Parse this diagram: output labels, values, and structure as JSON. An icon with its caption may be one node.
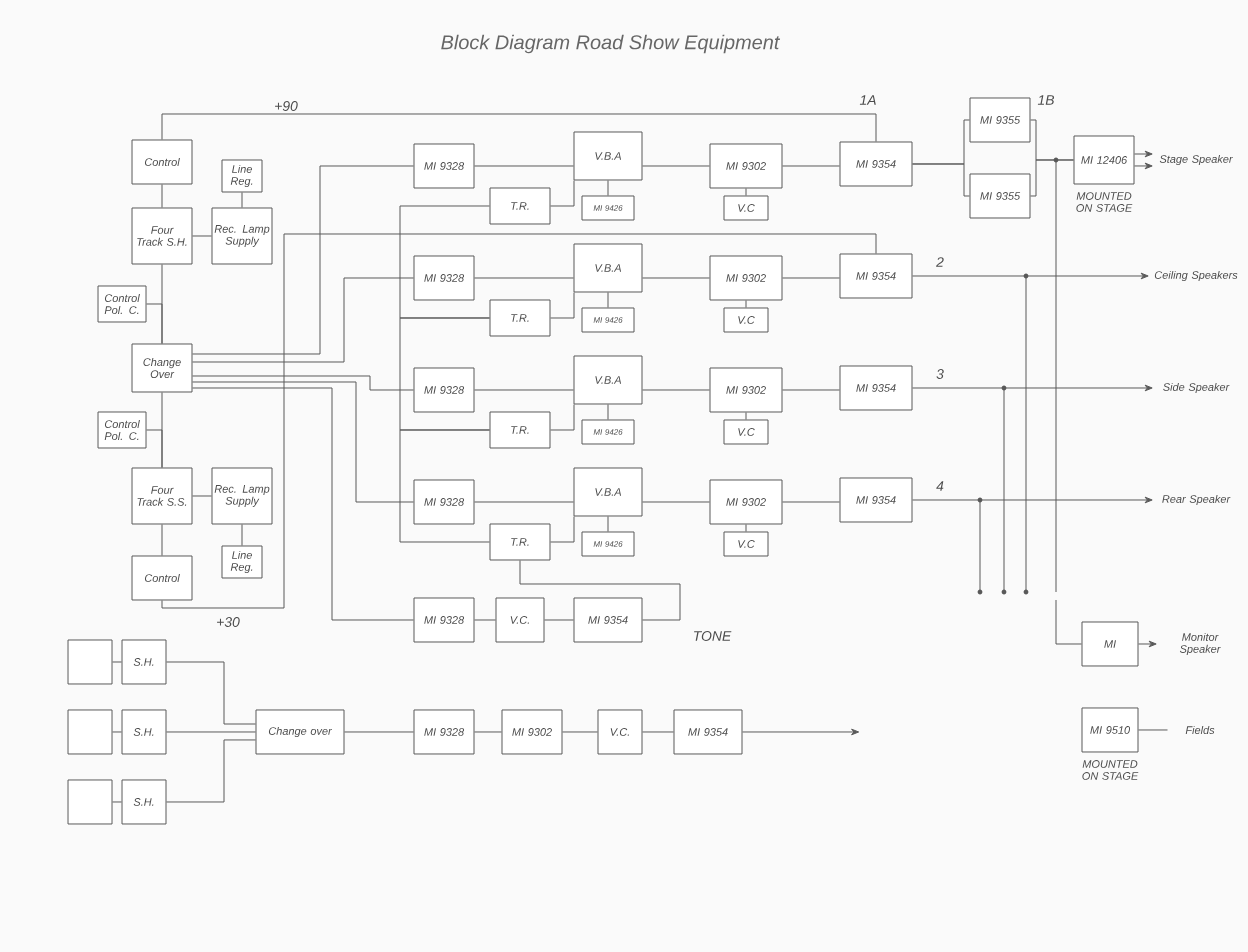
{
  "diagram": {
    "title": "Block Diagram Road Show Equipment",
    "nodes": [
      {
        "text": [
          "Control"
        ]
      },
      {
        "text": [
          "Line Reg."
        ]
      },
      {
        "text": [
          "Four Track S.H."
        ]
      },
      {
        "text": [
          "Rec. Lamp Supply"
        ]
      },
      {
        "text": [
          "Control Pol. C."
        ]
      },
      {
        "text": [
          "Change Over"
        ]
      },
      {
        "text": [
          "Control Pol. C."
        ]
      },
      {
        "text": [
          "Four Track S.S."
        ]
      },
      {
        "text": [
          "Rec. Lamp Supply"
        ]
      },
      {
        "text": [
          "Line Reg."
        ]
      },
      {
        "text": [
          "Control"
        ]
      },
      {
        "text": [
          "MI 9328"
        ]
      },
      {
        "text": [
          "V.B.A"
        ]
      },
      {
        "text": [
          "T.R."
        ]
      },
      {
        "text": [
          "MI 9426"
        ]
      },
      {
        "text": [
          "MI 9302"
        ]
      },
      {
        "text": [
          "V.C"
        ]
      },
      {
        "text": [
          "MI 9354"
        ]
      },
      {
        "text": [
          "MI 9328"
        ]
      },
      {
        "text": [
          "V.B.A"
        ]
      },
      {
        "text": [
          "T.R."
        ]
      },
      {
        "text": [
          "MI 9426"
        ]
      },
      {
        "text": [
          "MI 9302"
        ]
      },
      {
        "text": [
          "V.C"
        ]
      },
      {
        "text": [
          "MI 9354"
        ]
      },
      {
        "text": [
          "MI 9328"
        ]
      },
      {
        "text": [
          "V.B.A"
        ]
      },
      {
        "text": [
          "T.R."
        ]
      },
      {
        "text": [
          "MI 9426"
        ]
      },
      {
        "text": [
          "MI 9302"
        ]
      },
      {
        "text": [
          "V.C"
        ]
      },
      {
        "text": [
          "MI 9354"
        ]
      },
      {
        "text": [
          "MI 9328"
        ]
      },
      {
        "text": [
          "V.B.A"
        ]
      },
      {
        "text": [
          "T.R."
        ]
      },
      {
        "text": [
          "MI 9426"
        ]
      },
      {
        "text": [
          "MI 9302"
        ]
      },
      {
        "text": [
          "V.C"
        ]
      },
      {
        "text": [
          "MI 9354"
        ]
      },
      {
        "text": [
          "MI 9355"
        ]
      },
      {
        "text": [
          "MI 9355"
        ]
      },
      {
        "text": [
          "MI 12406"
        ],
        "beside": [
          "MOUNTED ON STAGE"
        ]
      },
      {
        "text": [
          "Stage Speaker"
        ]
      },
      {
        "text": [
          "Ceiling Speakers"
        ]
      },
      {
        "text": [
          "Side Speaker"
        ]
      },
      {
        "text": [
          "Rear Speaker"
        ]
      },
      {
        "text": [
          "MI"
        ]
      },
      {
        "text": [
          "Monitor Speaker"
        ]
      },
      {
        "text": [
          "MI 9510"
        ],
        "beside": [
          "MOUNTED ON STAGE"
        ]
      },
      {
        "text": [
          "Fields"
        ]
      },
      {
        "text": [
          "MI 9328"
        ]
      },
      {
        "text": [
          "V.C."
        ]
      },
      {
        "text": [
          "MI 9354"
        ]
      },
      {
        "text": [],
        "shape": "box"
      },
      {
        "text": [],
        "shape": "box"
      },
      {
        "text": [],
        "shape": "box"
      },
      {
        "text": [
          "S.H."
        ]
      },
      {
        "text": [
          "S.H."
        ]
      },
      {
        "text": [
          "S.H."
        ]
      },
      {
        "text": [
          "Change over"
        ]
      },
      {
        "text": [
          "MI 9328"
        ]
      },
      {
        "text": [
          "MI 9302"
        ]
      },
      {
        "text": [
          "V.C."
        ]
      },
      {
        "text": [
          "MI 9354"
        ]
      }
    ],
    "edges": [
      {
        "from": 0,
        "to": 2,
        "arrow": "none"
      },
      {
        "from": 1,
        "to": 3,
        "arrow": "none"
      },
      {
        "from": 2,
        "to": 3,
        "arrow": "none"
      },
      {
        "from": 4,
        "to": 5,
        "arrow": "none"
      },
      {
        "from": 6,
        "to": 7,
        "arrow": "none"
      },
      {
        "from": 2,
        "to": 5,
        "arrow": "none"
      },
      {
        "from": 5,
        "to": 7,
        "arrow": "none"
      },
      {
        "from": 7,
        "to": 10,
        "arrow": "none"
      },
      {
        "from": 7,
        "to": 8,
        "arrow": "none"
      },
      {
        "from": 8,
        "to": 9,
        "arrow": "none"
      },
      {
        "from": 0,
        "to": 17,
        "arrow": "none"
      },
      {
        "from": 10,
        "to": 24,
        "arrow": "none"
      },
      {
        "from": 5,
        "to": 11,
        "arrow": "none"
      },
      {
        "from": 5,
        "to": 18,
        "arrow": "none"
      },
      {
        "from": 5,
        "to": 25,
        "arrow": "none"
      },
      {
        "from": 5,
        "to": 32,
        "arrow": "none"
      },
      {
        "from": 5,
        "to": 50,
        "arrow": "none"
      },
      {
        "from": 11,
        "to": 12,
        "arrow": "none"
      },
      {
        "from": 13,
        "to": 12,
        "arrow": "none"
      },
      {
        "from": 12,
        "to": 14,
        "arrow": "none"
      },
      {
        "from": 12,
        "to": 15,
        "arrow": "none"
      },
      {
        "from": 15,
        "to": 16,
        "arrow": "none"
      },
      {
        "from": 15,
        "to": 17,
        "arrow": "none"
      },
      {
        "from": 18,
        "to": 19,
        "arrow": "none"
      },
      {
        "from": 20,
        "to": 19,
        "arrow": "none"
      },
      {
        "from": 19,
        "to": 21,
        "arrow": "none"
      },
      {
        "from": 19,
        "to": 22,
        "arrow": "none"
      },
      {
        "from": 22,
        "to": 23,
        "arrow": "none"
      },
      {
        "from": 22,
        "to": 24,
        "arrow": "none"
      },
      {
        "from": 25,
        "to": 26,
        "arrow": "none"
      },
      {
        "from": 27,
        "to": 26,
        "arrow": "none"
      },
      {
        "from": 26,
        "to": 28,
        "arrow": "none"
      },
      {
        "from": 26,
        "to": 29,
        "arrow": "none"
      },
      {
        "from": 29,
        "to": 30,
        "arrow": "none"
      },
      {
        "from": 29,
        "to": 31,
        "arrow": "none"
      },
      {
        "from": 32,
        "to": 33,
        "arrow": "none"
      },
      {
        "from": 34,
        "to": 33,
        "arrow": "none"
      },
      {
        "from": 33,
        "to": 35,
        "arrow": "none"
      },
      {
        "from": 33,
        "to": 36,
        "arrow": "none"
      },
      {
        "from": 36,
        "to": 37,
        "arrow": "none"
      },
      {
        "from": 36,
        "to": 38,
        "arrow": "none"
      },
      {
        "from": 13,
        "to": 20,
        "arrow": "none"
      },
      {
        "from": 20,
        "to": 27,
        "arrow": "none"
      },
      {
        "from": 27,
        "to": 34,
        "arrow": "none"
      },
      {
        "from": 17,
        "to": 39,
        "arrow": "none"
      },
      {
        "from": 17,
        "to": 40,
        "arrow": "none"
      },
      {
        "from": 39,
        "to": 41,
        "arrow": "none"
      },
      {
        "from": 40,
        "to": 41,
        "arrow": "none"
      },
      {
        "from": 41,
        "to": 42,
        "arrow": "to"
      },
      {
        "from": 41,
        "to": 42,
        "arrow": "to"
      },
      {
        "from": 24,
        "to": 43,
        "arrow": "to"
      },
      {
        "from": 31,
        "to": 44,
        "arrow": "to"
      },
      {
        "from": 38,
        "to": 45,
        "arrow": "to"
      },
      {
        "from": null,
        "to": 46,
        "arrow": "none"
      },
      {
        "from": 46,
        "to": 47,
        "arrow": "to"
      },
      {
        "from": 48,
        "to": 49,
        "arrow": "none"
      },
      {
        "from": 50,
        "to": 51,
        "arrow": "none"
      },
      {
        "from": 51,
        "to": 52,
        "arrow": "none"
      },
      {
        "from": 34,
        "to": 52,
        "arrow": "none"
      },
      {
        "from": 53,
        "to": 56,
        "arrow": "none"
      },
      {
        "from": 54,
        "to": 57,
        "arrow": "none"
      },
      {
        "from": 55,
        "to": 58,
        "arrow": "none"
      },
      {
        "from": 56,
        "to": 59,
        "arrow": "none"
      },
      {
        "from": 57,
        "to": 59,
        "arrow": "none"
      },
      {
        "from": 58,
        "to": 59,
        "arrow": "none"
      },
      {
        "from": 59,
        "to": 60,
        "arrow": "none"
      },
      {
        "from": 60,
        "to": 61,
        "arrow": "none"
      },
      {
        "from": 61,
        "to": 62,
        "arrow": "none"
      },
      {
        "from": 62,
        "to": 63,
        "arrow": "none"
      },
      {
        "from": 63,
        "to": null,
        "arrow": "to"
      }
    ],
    "labels": [
      "+90",
      "1A",
      "1B",
      "2",
      "3",
      "4",
      "TONE",
      "+30"
    ]
  }
}
